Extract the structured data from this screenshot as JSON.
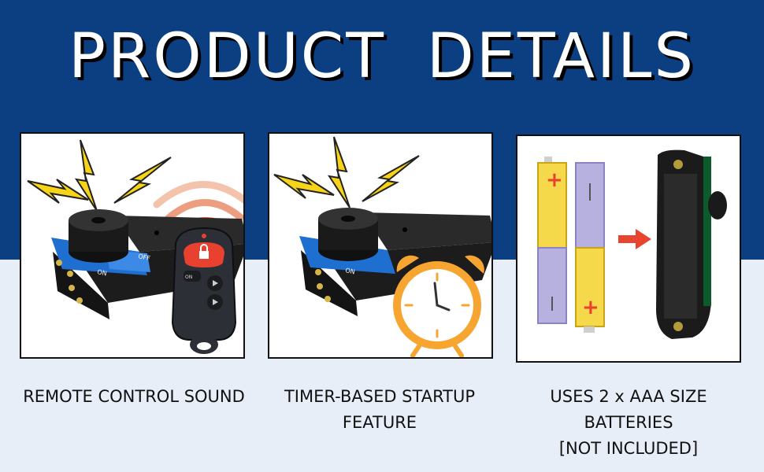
{
  "header": {
    "title": "PRODUCT  DETAILS"
  },
  "colors": {
    "banner": "#0b3f82",
    "background": "#e8eef8",
    "bolt": "#f7d417",
    "remote_button": "#e8412f",
    "clock": "#f7a531",
    "battery_top": "#f6d94a",
    "battery_bottom": "#b6b1de",
    "arrow": "#e8452f"
  },
  "features": [
    {
      "caption_lines": [
        "REMOTE CONTROL SOUND"
      ],
      "icons": [
        "lightning-bolt-icon",
        "buzzer-icon",
        "remote-icon",
        "signal-wave-icon"
      ]
    },
    {
      "caption_lines": [
        "TIMER-BASED STARTUP",
        "FEATURE"
      ],
      "icons": [
        "lightning-bolt-icon",
        "buzzer-icon",
        "alarm-clock-icon"
      ]
    },
    {
      "caption_lines": [
        "USES 2 x AAA SIZE",
        "BATTERIES",
        "[NOT INCLUDED]"
      ],
      "icons": [
        "battery-icon",
        "arrow-right-icon",
        "battery-holder-icon"
      ]
    }
  ]
}
